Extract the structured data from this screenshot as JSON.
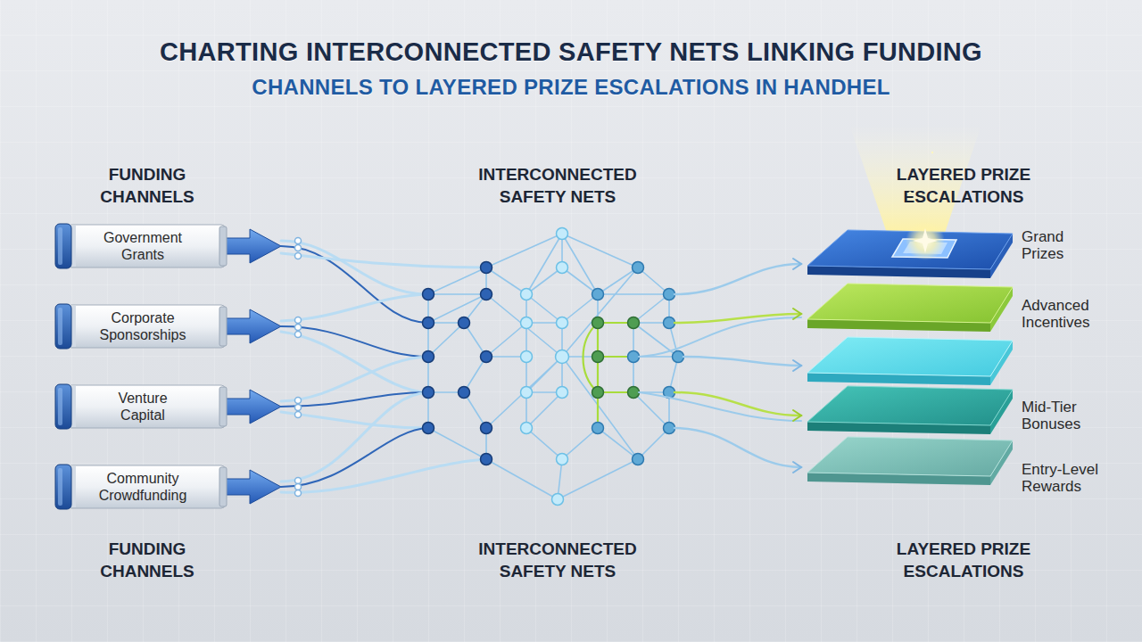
{
  "diagram": {
    "title": "CHARTING INTERCONNECTED SAFETY NETS LINKING FUNDING CHANNELS TO LAYERED PRIZE ESCALATIONS IN HANDHEL",
    "nodes": [
      {
        "text": [
          "Government Grants"
        ]
      },
      {
        "text": [
          "Corporate Sponsorships"
        ]
      },
      {
        "text": [
          "Venture Capital"
        ]
      },
      {
        "text": [
          "Community Crowdfunding"
        ]
      },
      {
        "text": [
          "Grand Prizes"
        ]
      },
      {
        "text": [
          "Advanced Incentives"
        ]
      },
      {
        "text": [
          "Mid-Tier Bonuses"
        ]
      },
      {
        "text": [
          "Entry-Level Rewards"
        ]
      }
    ],
    "labels": [
      "FUNDING CHANNELS",
      "INTERCONNECTED SAFETY NETS",
      "LAYERED PRIZE ESCALATIONS",
      "FUNDING CHANNELS",
      "INTERCONNECTED SAFETY NETS",
      "LAYERED PRIZE ESCALATIONS"
    ]
  }
}
